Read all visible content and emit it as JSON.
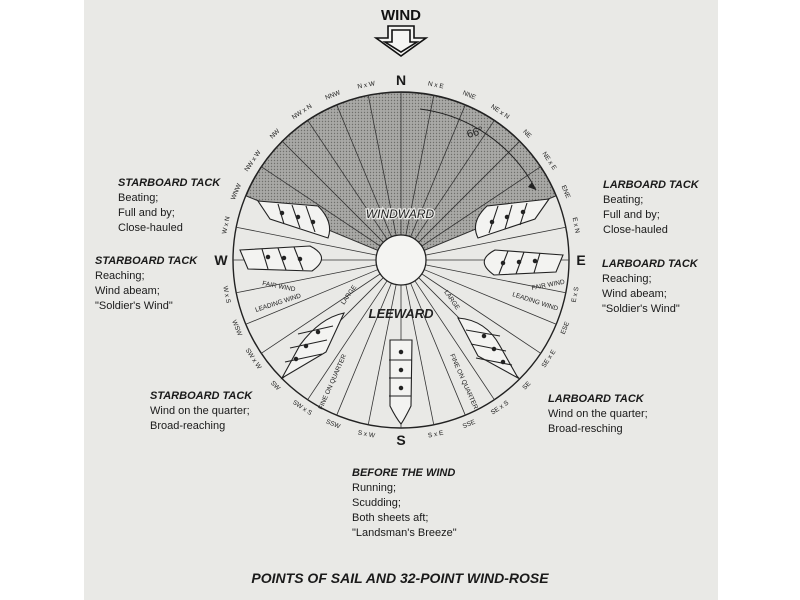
{
  "wind_label": "WIND",
  "caption": "POINTS OF SAIL AND 32-POINT WIND-ROSE",
  "zones": {
    "windward": "WINDWARD",
    "leeward": "LEEWARD"
  },
  "angle_label": "66°",
  "compass_points": [
    "N",
    "N x E",
    "NNE",
    "NE x N",
    "NE",
    "NE x E",
    "ENE",
    "E x N",
    "E",
    "E x S",
    "ESE",
    "SE x E",
    "SE",
    "SE x S",
    "SSE",
    "S x E",
    "S",
    "S x W",
    "SSW",
    "SW x S",
    "SW",
    "SW x W",
    "WSW",
    "W x S",
    "W",
    "W x N",
    "WNW",
    "NW x W",
    "NW",
    "NW x N",
    "NNW",
    "N x W"
  ],
  "wind_lines": {
    "fair_wind": "FAIR WIND",
    "leading_wind": "LEADING WIND",
    "large": "LARGE",
    "fine_on_quarter": "FINE ON QUARTER"
  },
  "points_of_sail": {
    "starboard_close": {
      "heading": "STARBOARD TACK",
      "lines": [
        "Beating;",
        "Full and by;",
        "Close-hauled"
      ]
    },
    "larboard_close": {
      "heading": "LARBOARD TACK",
      "lines": [
        "Beating;",
        "Full and by;",
        "Close-hauled"
      ]
    },
    "starboard_reach": {
      "heading": "STARBOARD TACK",
      "lines": [
        "Reaching;",
        "Wind abeam;",
        "\"Soldier's Wind\""
      ]
    },
    "larboard_reach": {
      "heading": "LARBOARD TACK",
      "lines": [
        "Reaching;",
        "Wind abeam;",
        "\"Soldier's Wind\""
      ]
    },
    "starboard_quarter": {
      "heading": "STARBOARD TACK",
      "lines": [
        "Wind on the quarter;",
        "Broad-reaching"
      ]
    },
    "larboard_quarter": {
      "heading": "LARBOARD TACK",
      "lines": [
        "Wind on the quarter;",
        "Broad-resching"
      ]
    },
    "before_wind": {
      "heading": "BEFORE THE WIND",
      "lines": [
        "Running;",
        "Scudding;",
        "Both sheets aft;",
        "\"Landsman's Breeze\""
      ]
    }
  }
}
